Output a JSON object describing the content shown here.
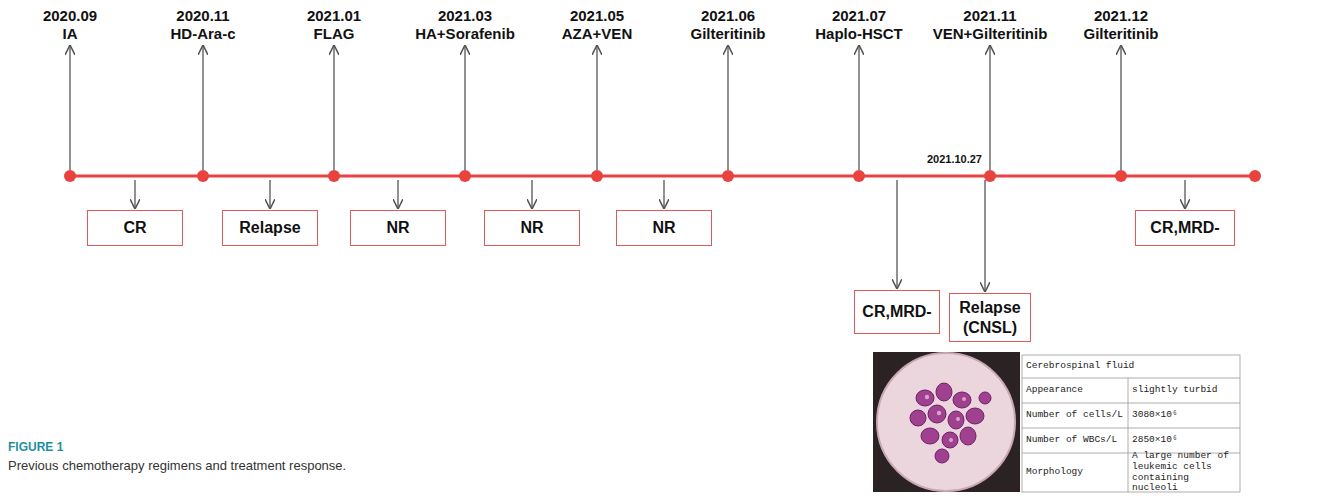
{
  "diagram": {
    "caption": "Previous chemotherapy regimens and treatment response.",
    "nodes": [
      {
        "text": [
          "CR"
        ]
      },
      {
        "text": [
          "Relapse"
        ]
      },
      {
        "text": [
          "NR"
        ]
      },
      {
        "text": [
          "NR"
        ]
      },
      {
        "text": [
          "NR"
        ]
      },
      {
        "text": [
          "CR,MRD-"
        ]
      },
      {
        "text": [
          "Relapse (CNSL)"
        ]
      },
      {
        "text": [
          "CR,MRD-"
        ]
      }
    ],
    "labels": [
      "2020.09",
      "IA",
      "2020.11",
      "HD-Ara-c",
      "2021.01",
      "FLAG",
      "2021.03",
      "HA+Sorafenib",
      "2021.05",
      "AZA+VEN",
      "2021.06",
      "Gilteritinib",
      "2021.07",
      "Haplo-HSCT",
      "2021.11",
      "VEN+Gilteritinib",
      "2021.12",
      "Gilteritinib",
      "2021.10.27",
      "Cerebrospinal fluid",
      "Appearance",
      "slightly turbid",
      "Number of cells/L",
      "3080×10⁶",
      "Number of WBCs/L",
      "2850×10⁶",
      "Morphology",
      "A large number of leukemic cells containing nucleoli",
      "FIGURE 1"
    ]
  }
}
